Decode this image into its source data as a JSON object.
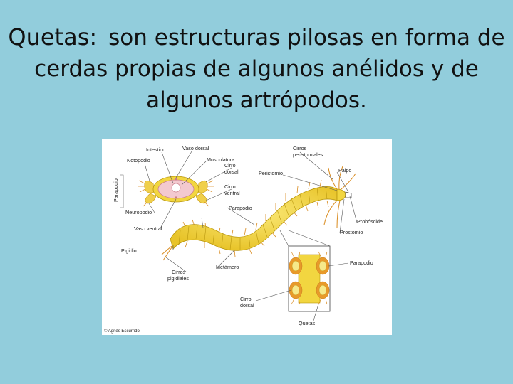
{
  "slide": {
    "title_term": "Quetas:",
    "title_line1_rest": "son estructuras pilosas en forma de",
    "title_line2": "cerdas propias de algunos anélidos y de",
    "title_line3": "algunos artrópodos."
  },
  "diagram": {
    "labels": {
      "intestino": "Intestino",
      "vaso_dorsal": "Vaso dorsal",
      "notopodio": "Notopodio",
      "musculatura": "Musculatura",
      "cirro_dorsal_top_1": "Cirro",
      "cirro_dorsal_top_2": "dorsal",
      "parapodio_side": "Parapodio",
      "cirro_ventral_1": "Cirro",
      "cirro_ventral_2": "ventral",
      "neuropodio": "Neuropodio",
      "vaso_ventral": "Vaso ventral",
      "cirros_peristomiales_1": "Cirros",
      "cirros_peristomiales_2": "peristomiales",
      "peristomio": "Peristomio",
      "palpo": "Palpo",
      "parapodio_mid": "Parapodio",
      "proboscide": "Probóscide",
      "prostomio": "Prostomio",
      "pigidio": "Pigidio",
      "metamero": "Metámero",
      "cirros_pigidiales_1": "Cirros",
      "cirros_pigidiales_2": "pigidiales",
      "parapodio_inset": "Parapodio",
      "cirro_dorsal_bottom_1": "Cirro",
      "cirro_dorsal_bottom_2": "dorsal",
      "quetas": "Quetas",
      "copyright": "© Agnès Escurrido"
    },
    "colors": {
      "body": "#F2D640",
      "segment_line": "#B8960E",
      "parapodia": "#E89A2A",
      "cross_section": "#F3C9CF"
    }
  }
}
